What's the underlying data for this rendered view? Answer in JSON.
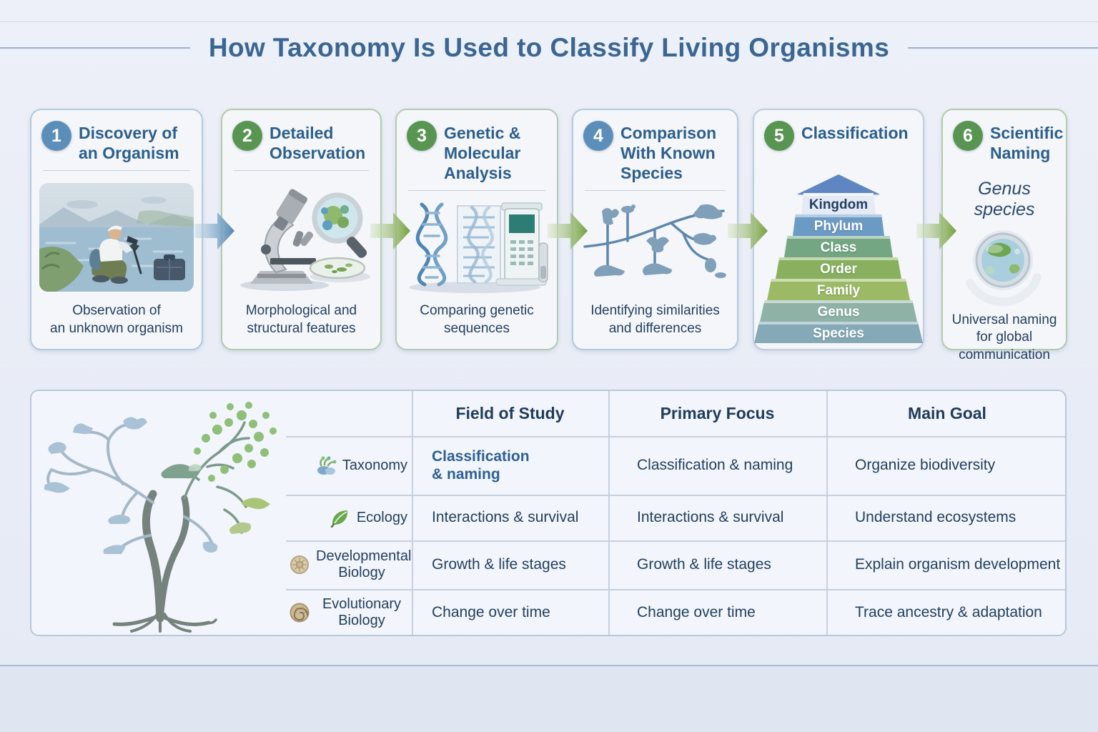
{
  "title": "How Taxonomy Is Used to Classify Living Organisms",
  "steps": [
    {
      "number": "1",
      "title": "Discovery of\nan Organism",
      "caption": "Observation of\nan unknown organism",
      "badge_color": "#5b8fba",
      "illustration": "field-researcher-scene"
    },
    {
      "number": "2",
      "title": "Detailed\nObservation",
      "caption": "Morphological and\nstructural features",
      "badge_color": "#67a35c",
      "illustration": "microscope-scene"
    },
    {
      "number": "3",
      "title": "Genetic &\nMolecular\nAnalysis",
      "caption": "Comparing genetic\nsequences",
      "badge_color": "#55924e",
      "illustration": "dna-analysis-scene"
    },
    {
      "number": "4",
      "title": "Comparison\nWith Known\nSpecies",
      "caption": "Identifying similarities\nand differences",
      "badge_color": "#4e8cb8",
      "illustration": "phylogenetic-tree-scene"
    },
    {
      "number": "5",
      "title": "Classification",
      "caption": "",
      "badge_color": "#56984f",
      "illustration": "taxonomy-pyramid"
    },
    {
      "number": "6",
      "title": "Scientific\nNaming",
      "binomial": "Genus species",
      "caption": "Universal naming\nfor global\ncommunication",
      "badge_color": "#4c8f4a",
      "illustration": "globe-scene"
    }
  ],
  "pyramid": {
    "roof_color": "#5d86c3",
    "levels": [
      {
        "label": "Kingdom",
        "color": "#e4eaf6"
      },
      {
        "label": "Phylum",
        "color": "#6b9ac4"
      },
      {
        "label": "Class",
        "color": "#74a683"
      },
      {
        "label": "Order",
        "color": "#88b05e"
      },
      {
        "label": "Family",
        "color": "#9cba66"
      },
      {
        "label": "Genus",
        "color": "#8fb2a6"
      },
      {
        "label": "Species",
        "color": "#85a9b6"
      }
    ]
  },
  "table": {
    "headers": [
      "Field of Study",
      "Primary Focus",
      "Main Goal"
    ],
    "rows": [
      {
        "field": "Taxonomy",
        "icon": "taxonomy-icon",
        "field_of_study": "Classification & naming",
        "primary_focus": "Classification & naming",
        "main_goal": "Organize biodiversity"
      },
      {
        "field": "Ecology",
        "icon": "leaf-icon",
        "field_of_study": "Interactions & survival",
        "primary_focus": "Interactions & survival",
        "main_goal": "Understand ecosystems"
      },
      {
        "field": "Developmental Biology",
        "icon": "embryo-icon",
        "field_of_study": "Growth & life stages",
        "primary_focus": "Growth & life stages",
        "main_goal": "Explain organism development"
      },
      {
        "field": "Evolutionary Biology",
        "icon": "fossil-icon",
        "field_of_study": "Change over time",
        "primary_focus": "Change over time",
        "main_goal": "Trace ancestry & adaptation"
      }
    ]
  },
  "colors": {
    "page_background": "#e9edf6",
    "card_background": "#f4f6fa",
    "title_color": "#3b6693",
    "body_text": "#24405f",
    "step_title": "#2d5f8c",
    "accent_blue": "#5b8fba",
    "accent_green": "#579551",
    "arrow_blue": "#4f86b3",
    "arrow_green": "#74a03f",
    "table_border": "#b9c7da",
    "footer_background": "#dfe5f1"
  }
}
